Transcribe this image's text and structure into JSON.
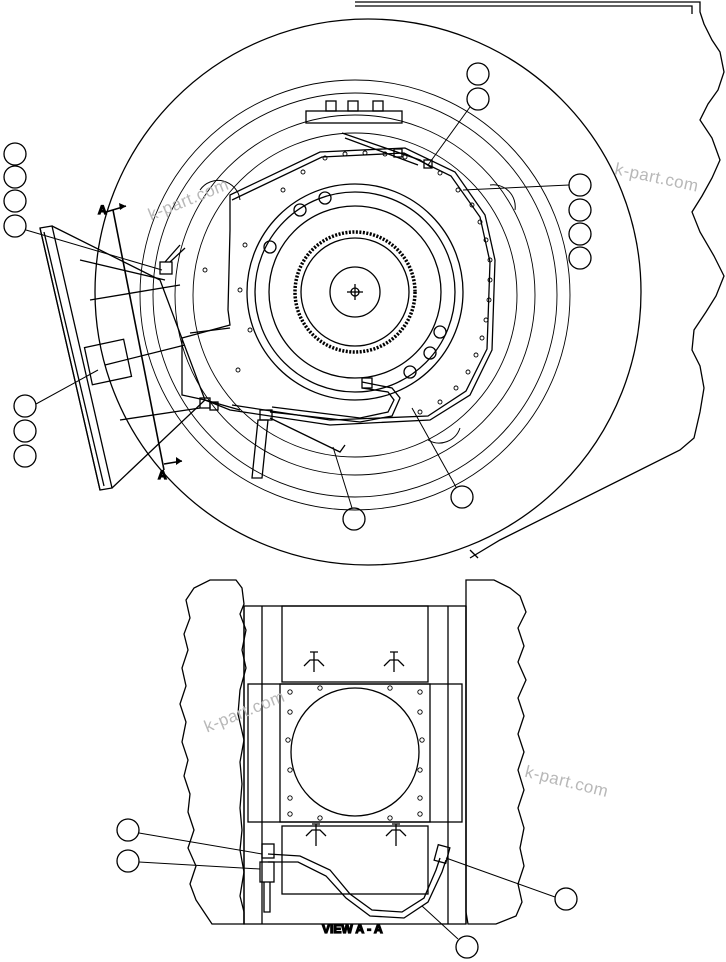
{
  "section_letter": "A",
  "view_caption": "VIEW A - A",
  "watermarks": [
    "k-part.com",
    "k-part.com",
    "k-part.com",
    "k-part.com"
  ],
  "colors": {
    "line": "#000000",
    "watermark": "#b8b8b8",
    "background": "#ffffff"
  }
}
